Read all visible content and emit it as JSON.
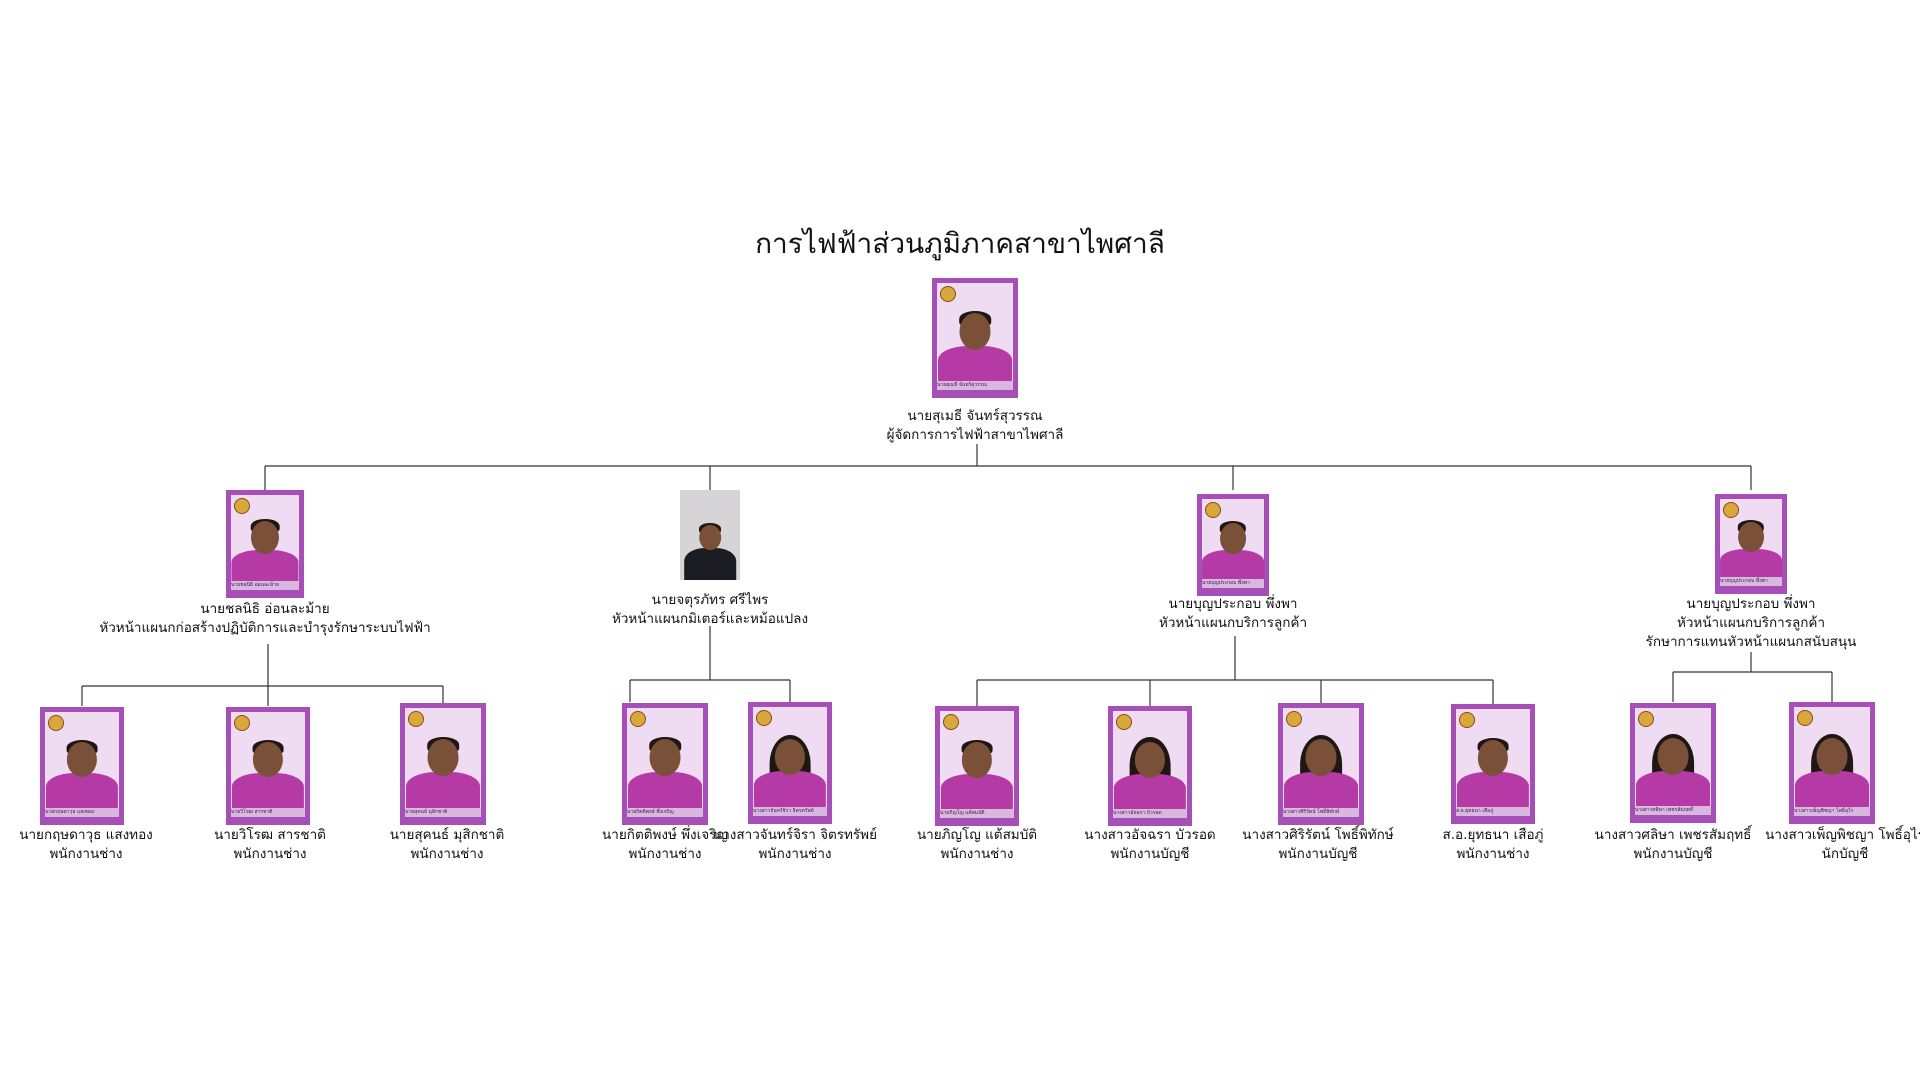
{
  "title": "การไฟฟ้าส่วนภูมิภาคสาขาไพศาลี",
  "colors": {
    "frame": "#a64fb6",
    "shirt": "#b53aa6",
    "line": "#333333"
  },
  "nodes": [
    {
      "id": "root",
      "name": "นายสุเมธี จันทร์สุวรรณ",
      "roles": [
        "ผู้จัดการการไฟฟ้าสาขาไพศาลี"
      ],
      "badge": "นายสุเมธี จันทร์สุวรรณ"
    },
    {
      "id": "h1",
      "name": "นายชลนิธิ อ่อนละม้าย",
      "roles": [
        "หัวหน้าแผนกก่อสร้างปฏิบัติการและบำรุงรักษาระบบไฟฟ้า"
      ],
      "badge": "นายชลนิธิ อ่อนละม้าย"
    },
    {
      "id": "h2",
      "name": "นายจตุรภัทร ศรีไพร",
      "roles": [
        "หัวหน้าแผนกมิเตอร์และหม้อแปลง"
      ],
      "badge": ""
    },
    {
      "id": "h3",
      "name": "นายบุญประกอบ พึ่งพา",
      "roles": [
        "หัวหน้าแผนกบริการลูกค้า"
      ],
      "badge": "นายบุญประกอบ พึ่งพา"
    },
    {
      "id": "h4",
      "name": "นายบุญประกอบ พึ่งพา",
      "roles": [
        "หัวหน้าแผนกบริการลูกค้า",
        "รักษาการแทนหัวหน้าแผนกสนับสนุน"
      ],
      "badge": "นายบุญประกอบ พึ่งพา"
    },
    {
      "id": "s1",
      "name": "นายกฤษดาวุธ แสงทอง",
      "roles": [
        "พนักงานช่าง"
      ],
      "badge": "นายกฤษดาวุธ แสงทอง"
    },
    {
      "id": "s2",
      "name": "นายวิโรฒ สารชาติ",
      "roles": [
        "พนักงานช่าง"
      ],
      "badge": "นายวิโรฒ สารชาติ"
    },
    {
      "id": "s3",
      "name": "นายสุคนธ์ มุสิกชาติ",
      "roles": [
        "พนักงานช่าง"
      ],
      "badge": "นายสุคนธ์ มุสิกชาติ"
    },
    {
      "id": "s4",
      "name": "นายกิตติพงษ์ พึ่งเจริญ",
      "roles": [
        "พนักงานช่าง"
      ],
      "badge": "นายกิตติพงษ์ พึ่งเจริญ"
    },
    {
      "id": "s5",
      "name": "นางสาวจันทร์จิรา จิตรทรัพย์",
      "roles": [
        "พนักงานช่าง"
      ],
      "badge": "นางสาวจันทร์จิรา จิตรทรัพย์"
    },
    {
      "id": "s6",
      "name": "นายภิญโญ แต้สมบัติ",
      "roles": [
        "พนักงานช่าง"
      ],
      "badge": "นายภิญโญ แต้สมบัติ"
    },
    {
      "id": "s7",
      "name": "นางสาวอัจฉรา บัวรอด",
      "roles": [
        "พนักงานบัญชี"
      ],
      "badge": "นางสาวอัจฉรา บัวรอด"
    },
    {
      "id": "s8",
      "name": "นางสาวศิริรัตน์ โพธิ์พิทักษ์",
      "roles": [
        "พนักงานบัญชี"
      ],
      "badge": "นางสาวศิริรัตน์ โพธิ์พิทักษ์"
    },
    {
      "id": "s9",
      "name": "ส.อ.ยุทธนา เสือภู่",
      "roles": [
        "พนักงานช่าง"
      ],
      "badge": "ส.อ.ยุทธนา เสือภู่"
    },
    {
      "id": "s10",
      "name": "นางสาวศลิษา เพชรสัมฤทธิ์",
      "roles": [
        "พนักงานบัญชี"
      ],
      "badge": "นางสาวศลิษา เพชรสัมฤทธิ์"
    },
    {
      "id": "s11",
      "name": "นางสาวเพ็ญพิชญา โพธิ์อุไร",
      "roles": [
        "นักบัญชี"
      ],
      "badge": "นางสาวเพ็ญพิชญา โพธิ์อุไร"
    }
  ]
}
